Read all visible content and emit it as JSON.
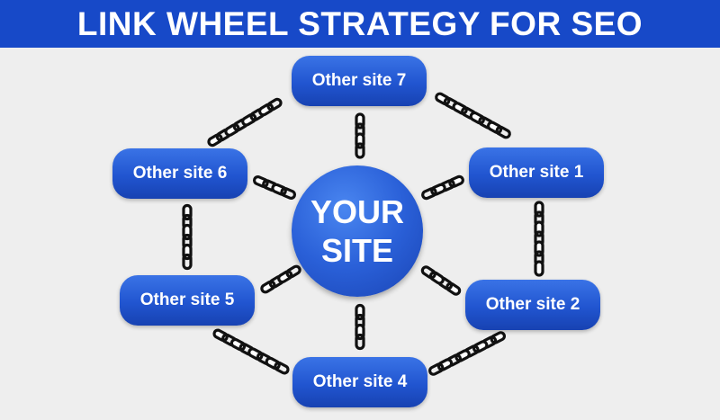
{
  "title": "LINK WHEEL STRATEGY FOR SEO",
  "center": {
    "line1": "YOUR",
    "line2": "SITE"
  },
  "sites": {
    "site1": "Other site 1",
    "site2": "Other site 2",
    "site4": "Other site 4",
    "site5": "Other site 5",
    "site6": "Other site 6",
    "site7": "Other site 7"
  },
  "colors": {
    "title_bar": "#1749c8",
    "node": "#2155d0",
    "background": "#eeeeee",
    "chain": "#111111"
  },
  "icons": {
    "connector": "chain-link-icon"
  }
}
